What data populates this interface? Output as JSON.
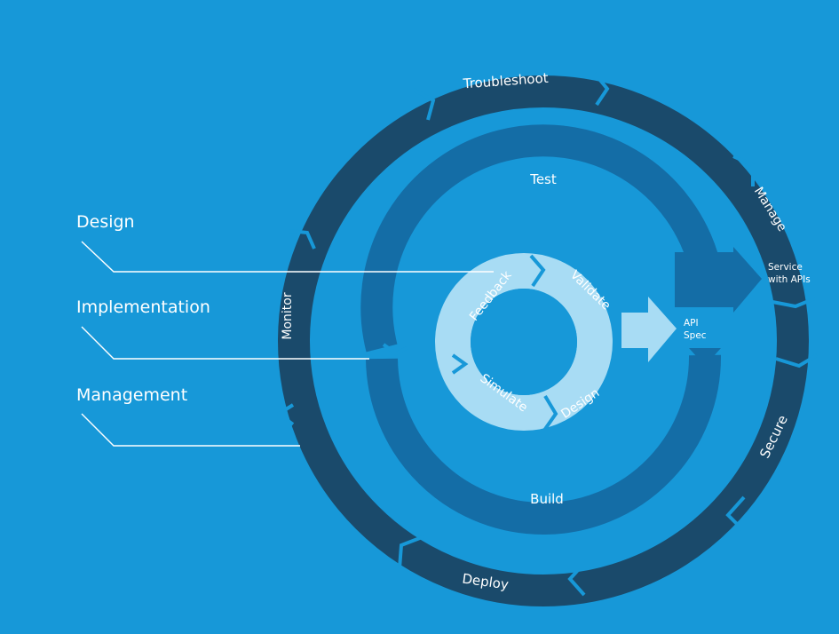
{
  "side_labels": {
    "design": "Design",
    "implementation": "Implementation",
    "management": "Management"
  },
  "outer_ring": {
    "troubleshoot": "Troubleshoot",
    "manage": "Manage",
    "secure": "Secure",
    "deploy": "Deploy",
    "monitor": "Monitor"
  },
  "middle_ring": {
    "test": "Test",
    "build": "Build"
  },
  "inner_ring": {
    "feedback": "Feedback",
    "validate": "Validate",
    "design": "Design",
    "simulate": "Simulate"
  },
  "outputs": {
    "service_line1": "Service",
    "service_line2": "with APIs",
    "api_line1": "API",
    "api_line2": "Spec"
  },
  "colors": {
    "background": "#1798d8",
    "outer_ring": "#1a4a6b",
    "middle_ring": "#146da6",
    "inner_ring": "#a8dcf4",
    "lines": "#ffffff"
  }
}
